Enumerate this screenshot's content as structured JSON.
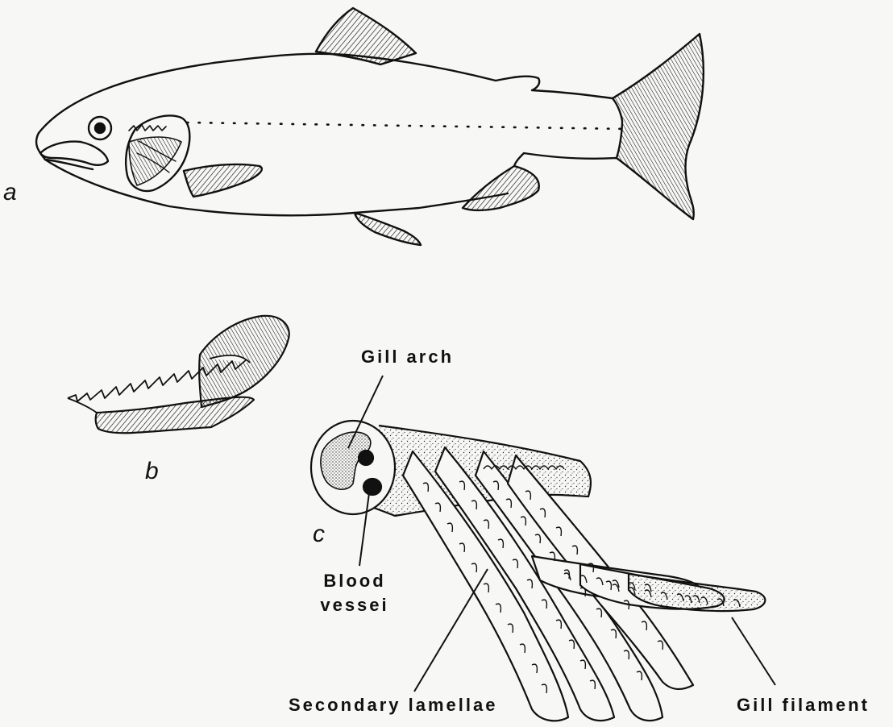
{
  "figure": {
    "panels": [
      {
        "id": "a",
        "label": "a"
      },
      {
        "id": "b",
        "label": "b"
      },
      {
        "id": "c",
        "label": "c"
      }
    ],
    "callouts": {
      "gill_arch": "Gill arch",
      "blood_vessel_line1": "Blood",
      "blood_vessel_line2": "vessei",
      "secondary_lamellae": "Secondary lamellae",
      "gill_filament": "Gill filament"
    },
    "colors": {
      "ink": "#111111",
      "paper": "#f7f7f5"
    }
  }
}
